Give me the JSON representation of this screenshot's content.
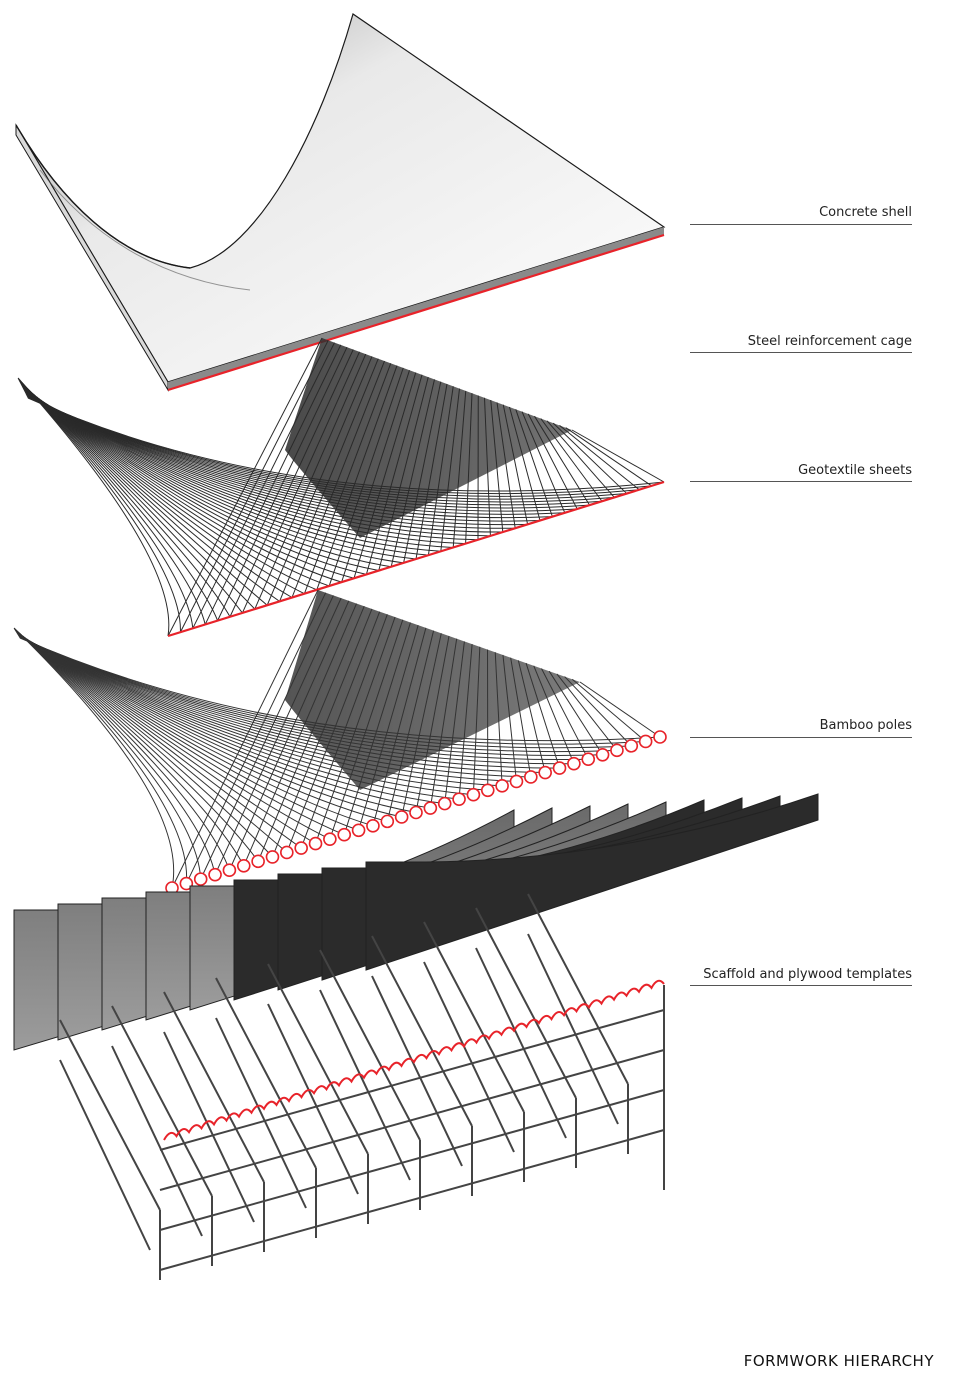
{
  "title": "FORMWORK HIERARCHY",
  "layers": [
    {
      "id": "concrete-shell",
      "label": "Concrete shell"
    },
    {
      "id": "steel-reinforcement-cage",
      "label": "Steel reinforcement cage"
    },
    {
      "id": "geotextile-sheets",
      "label": "Geotextile sheets"
    },
    {
      "id": "bamboo-poles",
      "label": "Bamboo poles"
    },
    {
      "id": "scaffold-plywood-templates",
      "label": "Scaffold and plywood templates"
    }
  ],
  "colors": {
    "cut_edge": "#e8232a",
    "ink": "#1a1a1a",
    "leader": "#555555"
  }
}
